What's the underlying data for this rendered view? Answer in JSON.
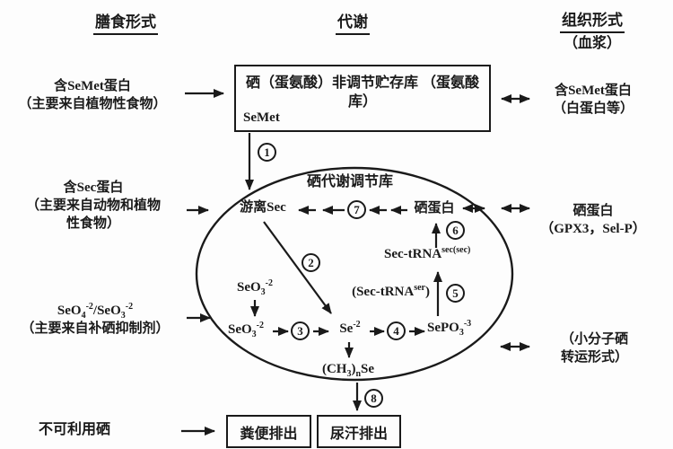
{
  "colors": {
    "ink": "#1a1a1a",
    "background": "#fdfdfd"
  },
  "headers": {
    "diet": "膳食形式",
    "metabolism": "代谢",
    "tissue": "组织形式",
    "tissue_sub": "（血浆）"
  },
  "left_column": {
    "semet_line1": "含SeMet蛋白",
    "semet_line2": "（主要来自植物性食物）",
    "sec_line1": "含Sec蛋白",
    "sec_line2": "（主要来自动物和植物",
    "sec_line3": "性食物）",
    "seo_formula": [
      {
        "t": "SeO"
      },
      {
        "t": "4",
        "v": "sub"
      },
      {
        "t": "-2",
        "v": "sup"
      },
      {
        "t": "/SeO"
      },
      {
        "t": "3",
        "v": "sub"
      },
      {
        "t": "-2",
        "v": "sup"
      }
    ],
    "seo_line2": "（主要来自补硒抑制剂）",
    "unavailable": "不可利用硒"
  },
  "storage_box": {
    "line1": "硒（蛋氨酸）非调节贮存库",
    "line2": "（蛋氨酸库）",
    "semet": "SeMet"
  },
  "pool": {
    "title": "硒代谢调节库",
    "free_sec": "游离Sec",
    "selenoprotein": "硒蛋白",
    "sec_trna_sec": [
      {
        "t": "Sec-tRNA"
      },
      {
        "t": "sec(sec)",
        "v": "sup"
      }
    ],
    "sec_trna_ser": [
      {
        "t": "(Sec-tRNA"
      },
      {
        "t": "ser",
        "v": "sup"
      },
      {
        "t": ")"
      }
    ],
    "seo3_upper": [
      {
        "t": "SeO"
      },
      {
        "t": "3",
        "v": "sub"
      },
      {
        "t": "-2",
        "v": "sup"
      }
    ],
    "seo3_lower": [
      {
        "t": "SeO"
      },
      {
        "t": "3",
        "v": "sub"
      },
      {
        "t": "-2",
        "v": "sup"
      }
    ],
    "se": [
      {
        "t": "Se"
      },
      {
        "t": "-2",
        "v": "sup"
      }
    ],
    "sepo3": [
      {
        "t": "SePO"
      },
      {
        "t": "3",
        "v": "sub"
      },
      {
        "t": "-3",
        "v": "sup"
      }
    ],
    "ch3nse": [
      {
        "t": "(CH"
      },
      {
        "t": "3",
        "v": "sub"
      },
      {
        "t": ")"
      },
      {
        "t": "n",
        "v": "sub"
      },
      {
        "t": "Se"
      }
    ]
  },
  "steps": {
    "s1": "1",
    "s2": "2",
    "s3": "3",
    "s4": "4",
    "s5": "5",
    "s6": "6",
    "s7": "7",
    "s8": "8"
  },
  "right_column": {
    "semet_line1": "含SeMet蛋白",
    "semet_line2": "（白蛋白等）",
    "selenoprotein_line1": "硒蛋白",
    "selenoprotein_line2": "（GPX3，Sel-P）",
    "transport_line1": "（小分子硒",
    "transport_line2": "转运形式）"
  },
  "excretion": {
    "feces": "粪便排出",
    "urine_sweat": "尿汗排出"
  }
}
